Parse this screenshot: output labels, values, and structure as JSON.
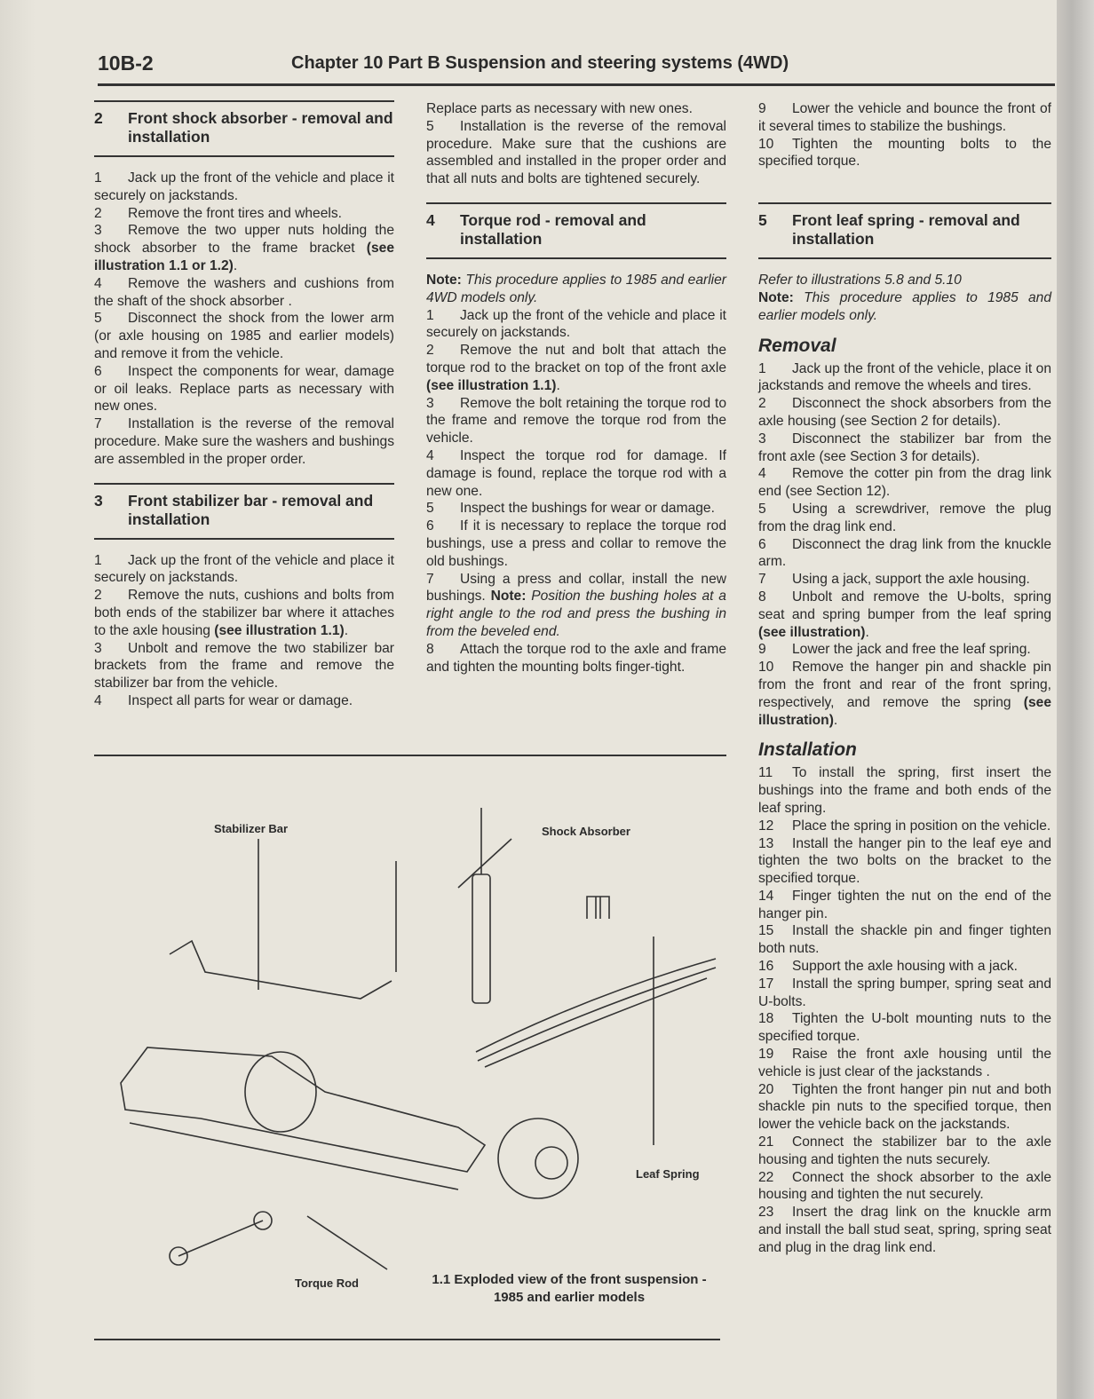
{
  "header": {
    "page_number": "10B-2",
    "chapter_title": "Chapter 10 Part B  Suspension and steering systems (4WD)"
  },
  "columns": [
    [
      {
        "type": "heading",
        "num": "2",
        "title": "Front shock absorber - removal and installation",
        "first": true
      },
      {
        "type": "para",
        "num": "1",
        "runs": [
          {
            "t": "Jack up the front of the vehicle and place it securely on jackstands."
          }
        ]
      },
      {
        "type": "para",
        "num": "2",
        "runs": [
          {
            "t": "Remove the front tires and wheels."
          }
        ]
      },
      {
        "type": "para",
        "num": "3",
        "runs": [
          {
            "t": "Remove the two upper nuts holding the shock absorber to the frame bracket "
          },
          {
            "t": "(see illustration 1.1 or 1.2)",
            "b": true
          },
          {
            "t": "."
          }
        ]
      },
      {
        "type": "para",
        "num": "4",
        "runs": [
          {
            "t": "Remove the washers and cushions from the shaft of the shock absorber ."
          }
        ]
      },
      {
        "type": "para",
        "num": "5",
        "runs": [
          {
            "t": "Disconnect the shock from the lower arm (or axle housing on 1985 and earlier models) and remove it from the vehicle."
          }
        ]
      },
      {
        "type": "para",
        "num": "6",
        "runs": [
          {
            "t": "Inspect the components for wear, damage or oil leaks. Replace parts as necessary with new ones."
          }
        ]
      },
      {
        "type": "para",
        "num": "7",
        "runs": [
          {
            "t": "Installation is the reverse of the removal procedure. Make sure the washers and bushings are assembled in the proper order."
          }
        ]
      },
      {
        "type": "heading",
        "num": "3",
        "title": "Front stabilizer bar - removal and installation"
      },
      {
        "type": "para",
        "num": "1",
        "runs": [
          {
            "t": "Jack up the front of the vehicle and place it securely on jackstands."
          }
        ]
      },
      {
        "type": "para",
        "num": "2",
        "runs": [
          {
            "t": "Remove the nuts, cushions and bolts from both ends of the stabilizer bar where it attaches to the axle housing "
          },
          {
            "t": "(see illustration 1.1)",
            "b": true
          },
          {
            "t": "."
          }
        ]
      },
      {
        "type": "para",
        "num": "3",
        "runs": [
          {
            "t": "Unbolt and remove the two stabilizer bar brackets from the frame and remove the stabilizer bar from the vehicle."
          }
        ]
      },
      {
        "type": "para",
        "num": "4",
        "runs": [
          {
            "t": "Inspect all parts for wear or damage."
          }
        ]
      }
    ],
    [
      {
        "type": "para",
        "num": "",
        "runs": [
          {
            "t": "Replace parts as necessary with new ones."
          }
        ]
      },
      {
        "type": "para",
        "num": "5",
        "runs": [
          {
            "t": "Installation is the reverse of the removal procedure. Make sure that the cushions are assembled and installed in the proper order and that all nuts and bolts are tightened securely."
          }
        ]
      },
      {
        "type": "heading",
        "num": "4",
        "title": "Torque rod - removal and installation"
      },
      {
        "type": "note",
        "runs": [
          {
            "t": "Note: ",
            "b": true
          },
          {
            "t": "This procedure applies to 1985 and earlier 4WD models only.",
            "i": true
          }
        ]
      },
      {
        "type": "para",
        "num": "1",
        "runs": [
          {
            "t": "Jack up the front of the vehicle and place it securely on jackstands."
          }
        ]
      },
      {
        "type": "para",
        "num": "2",
        "runs": [
          {
            "t": "Remove the nut and bolt that attach the torque rod to the bracket on top of the front axle "
          },
          {
            "t": "(see illustration 1.1)",
            "b": true
          },
          {
            "t": "."
          }
        ]
      },
      {
        "type": "para",
        "num": "3",
        "runs": [
          {
            "t": "Remove the bolt retaining the torque rod to the frame and remove the torque rod from the vehicle."
          }
        ]
      },
      {
        "type": "para",
        "num": "4",
        "runs": [
          {
            "t": "Inspect the torque rod for damage. If damage is found, replace the torque rod with a new one."
          }
        ]
      },
      {
        "type": "para",
        "num": "5",
        "runs": [
          {
            "t": "Inspect the bushings for wear or damage."
          }
        ]
      },
      {
        "type": "para",
        "num": "6",
        "runs": [
          {
            "t": "If it is necessary to replace the torque rod bushings, use a press and collar to remove the old bushings."
          }
        ]
      },
      {
        "type": "para",
        "num": "7",
        "runs": [
          {
            "t": "Using a press and collar, install the new bushings. "
          },
          {
            "t": "Note: ",
            "b": true
          },
          {
            "t": "Position the bushing holes at a right angle to the rod and press the bushing in from the beveled end.",
            "i": true
          }
        ]
      },
      {
        "type": "para",
        "num": "8",
        "runs": [
          {
            "t": "Attach the torque rod to the axle and frame and tighten the mounting bolts finger-tight."
          }
        ]
      }
    ],
    [
      {
        "type": "para",
        "num": "9",
        "runs": [
          {
            "t": "Lower the vehicle and bounce the front of it several times to stabilize the bushings."
          }
        ]
      },
      {
        "type": "para",
        "num": "10",
        "runs": [
          {
            "t": "Tighten the mounting bolts to the specified torque."
          }
        ]
      },
      {
        "type": "heading",
        "num": "5",
        "title": "Front leaf spring - removal and installation",
        "spaced": true
      },
      {
        "type": "note",
        "runs": [
          {
            "t": "Refer to illustrations 5.8 and 5.10",
            "i": true
          }
        ]
      },
      {
        "type": "note",
        "runs": [
          {
            "t": "Note: ",
            "b": true
          },
          {
            "t": "This procedure applies to 1985 and earlier models only.",
            "i": true
          }
        ]
      },
      {
        "type": "sub",
        "text": "Removal"
      },
      {
        "type": "para",
        "num": "1",
        "runs": [
          {
            "t": "Jack up the front of the vehicle, place it on jackstands and remove the wheels and tires."
          }
        ]
      },
      {
        "type": "para",
        "num": "2",
        "runs": [
          {
            "t": "Disconnect the shock absorbers from the axle housing (see Section 2 for details)."
          }
        ]
      },
      {
        "type": "para",
        "num": "3",
        "runs": [
          {
            "t": "Disconnect the stabilizer bar from the front axle (see Section 3 for details)."
          }
        ]
      },
      {
        "type": "para",
        "num": "4",
        "runs": [
          {
            "t": "Remove the cotter pin from the drag link end (see Section 12)."
          }
        ]
      },
      {
        "type": "para",
        "num": "5",
        "runs": [
          {
            "t": "Using a screwdriver, remove the plug from the drag link end."
          }
        ]
      },
      {
        "type": "para",
        "num": "6",
        "runs": [
          {
            "t": "Disconnect the drag link from the knuckle arm."
          }
        ]
      },
      {
        "type": "para",
        "num": "7",
        "runs": [
          {
            "t": "Using a jack, support the axle housing."
          }
        ]
      },
      {
        "type": "para",
        "num": "8",
        "runs": [
          {
            "t": "Unbolt and remove the U-bolts, spring seat and spring bumper from the leaf spring "
          },
          {
            "t": "(see illustration)",
            "b": true
          },
          {
            "t": "."
          }
        ]
      },
      {
        "type": "para",
        "num": "9",
        "runs": [
          {
            "t": "Lower the jack and free the leaf spring."
          }
        ]
      },
      {
        "type": "para",
        "num": "10",
        "runs": [
          {
            "t": "Remove the hanger pin and shackle pin from the front and rear of the front spring, respectively, and remove the spring "
          },
          {
            "t": "(see illustration)",
            "b": true
          },
          {
            "t": "."
          }
        ]
      },
      {
        "type": "sub",
        "text": "Installation"
      },
      {
        "type": "para",
        "num": "11",
        "runs": [
          {
            "t": "To install the spring, first insert the bushings into the frame and both ends of the leaf spring."
          }
        ]
      },
      {
        "type": "para",
        "num": "12",
        "runs": [
          {
            "t": "Place the spring in position on the vehicle."
          }
        ]
      },
      {
        "type": "para",
        "num": "13",
        "runs": [
          {
            "t": "Install the hanger pin to the leaf eye and tighten the two bolts on the bracket to the specified torque."
          }
        ]
      },
      {
        "type": "para",
        "num": "14",
        "runs": [
          {
            "t": "Finger tighten the nut on the end of the hanger pin."
          }
        ]
      },
      {
        "type": "para",
        "num": "15",
        "runs": [
          {
            "t": "Install the shackle pin and finger tighten both nuts."
          }
        ]
      },
      {
        "type": "para",
        "num": "16",
        "runs": [
          {
            "t": "Support the axle housing with a jack."
          }
        ]
      },
      {
        "type": "para",
        "num": "17",
        "runs": [
          {
            "t": "Install the spring bumper, spring seat and U-bolts."
          }
        ]
      },
      {
        "type": "para",
        "num": "18",
        "runs": [
          {
            "t": "Tighten the U-bolt mounting nuts to the specified torque."
          }
        ]
      },
      {
        "type": "para",
        "num": "19",
        "runs": [
          {
            "t": "Raise the front axle housing until the vehicle is just clear of the jackstands ."
          }
        ]
      },
      {
        "type": "para",
        "num": "20",
        "runs": [
          {
            "t": "Tighten the front hanger pin nut and both shackle pin nuts to the specified torque, then lower the vehicle back on the jackstands."
          }
        ]
      },
      {
        "type": "para",
        "num": "21",
        "runs": [
          {
            "t": "Connect the stabilizer bar to the axle housing and tighten the nuts securely."
          }
        ]
      },
      {
        "type": "para",
        "num": "22",
        "runs": [
          {
            "t": "Connect the shock absorber to the axle housing and tighten the nut securely."
          }
        ]
      },
      {
        "type": "para",
        "num": "23",
        "runs": [
          {
            "t": "Insert the drag link on the knuckle arm and install the ball stud seat, spring, spring seat and plug in the drag link end."
          }
        ]
      }
    ]
  ],
  "figure": {
    "labels": {
      "stabilizer_bar": "Stabilizer Bar",
      "shock_absorber": "Shock Absorber",
      "leaf_spring": "Leaf Spring",
      "torque_rod": "Torque Rod"
    },
    "caption_line1": "1.1  Exploded view of the front suspension -",
    "caption_line2": "1985 and earlier models"
  }
}
